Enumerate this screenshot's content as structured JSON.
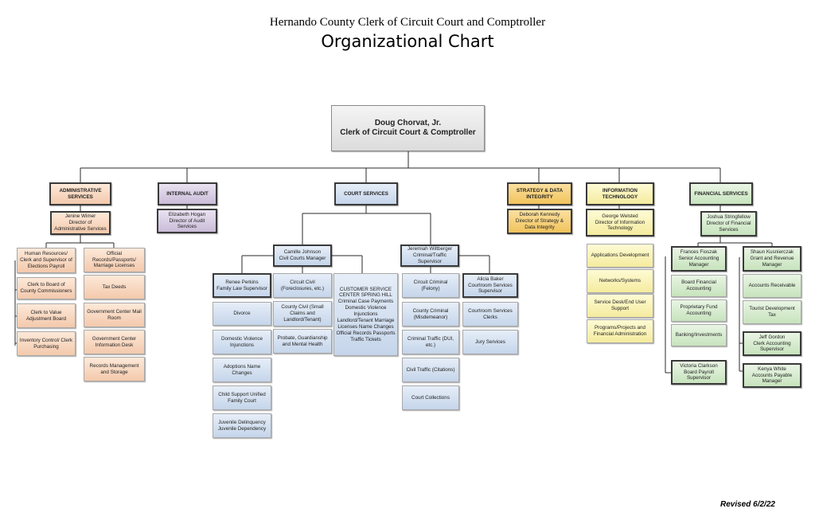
{
  "header": {
    "line1": "Hernando County Clerk of Circuit Court and Comptroller",
    "line2": "Organizational Chart"
  },
  "top": {
    "name": "Doug Chorvat, Jr.",
    "title": "Clerk of Circuit Court & Comptroller"
  },
  "departments": {
    "admin": "ADMINISTRATIVE SERVICES",
    "audit": "INTERNAL AUDIT",
    "court": "COURT SERVICES",
    "strategy": "STRATEGY & DATA INTEGRITY",
    "it": "INFORMATION TECHNOLOGY",
    "finance": "FINANCIAL SERVICES"
  },
  "directors": {
    "admin": {
      "name": "Jenine Wimer",
      "title": "Director of Administrative Services"
    },
    "audit": {
      "name": "Elizabeth Hogan",
      "title": "Director of Audit Services"
    },
    "strategy": {
      "name": "Deborah Kennedy",
      "title": "Director of Strategy & Data Integrity"
    },
    "it": {
      "name": "George Welsted",
      "title": "Director of Information Technology"
    },
    "finance": {
      "name": "Joshua Stringfellow",
      "title": "Director of Financial Services"
    }
  },
  "admin_items": {
    "hr": "Human Resources/ Clerk and Supervisor of Elections Payroll",
    "board": "Clerk to Board of County Commissioners",
    "vab": "Clerk to Value Adjustment Board",
    "inventory": "Inventory Control/ Clerk Purchasing",
    "records": "Official Records/Passports/ Marriage Licenses",
    "taxdeeds": "Tax Deeds",
    "mailroom": "Government Center Mail Room",
    "infodesk": "Government Center Information Desk",
    "recmgmt": "Records Management and Storage"
  },
  "court": {
    "civil_mgr": {
      "name": "Camille Johnson",
      "title": "Civil Courts Manager"
    },
    "criminal_sup": {
      "name": "Jeremiah Wiltberger",
      "title": "Criminal/Traffic Supervisor"
    },
    "family_sup": {
      "name": "Renee Perkins",
      "title": "Family Law Supervisor"
    },
    "family_items": {
      "divorce": "Divorce",
      "dv": "Domestic Violence Injunctions",
      "adoptions": "Adoptions Name Changes",
      "support": "Child Support Unified Family Court",
      "juvenile": "Juvenile Delinquency Juvenile Dependency"
    },
    "civil_items": {
      "circuit": "Circuit Civil (Foreclosures, etc.)",
      "county": "County Civil (Small Claims and Landlord/Tenant)",
      "probate": "Probate, Guardianship and Mental Health"
    },
    "springhill": {
      "head": "CUSTOMER SERVICE CENTER SPRING HILL",
      "items": "Criminal Case Payments Domestic Violence Injunctions Landlord/Tenant Marriage Licenses Name Changes Official Records Passports Traffic Tickets"
    },
    "criminal_items": {
      "felony": "Circuit Criminal (Felony)",
      "misd": "County Criminal (Misdemeanor)",
      "dui": "Criminal Traffic (DUI, etc.)",
      "civtraffic": "Civil Traffic (Citations)",
      "collections": "Court Collections"
    },
    "services_sup": {
      "name": "Alicia Baker",
      "title": "Courtroom Services Supervisor"
    },
    "services_items": {
      "clerks": "Courtroom Services Clerks",
      "jury": "Jury Services"
    }
  },
  "it_items": {
    "apps": "Applications Development",
    "networks": "Networks/Systems",
    "helpdesk": "Service Desk/End User Support",
    "programs": "Programs/Projects and Financial Administration"
  },
  "finance_items": {
    "fioszak": {
      "name": "Frances Fioszak",
      "title": "Senior Accounting Manager"
    },
    "board": "Board Financial Accounting",
    "proprietary": "Proprietary Fund Accounting",
    "banking": "Banking/Investments",
    "clarkson": {
      "name": "Victoria Clarkson",
      "title": "Board Payroll Supervisor"
    },
    "kusnierczak": {
      "name": "Shaun Kusnierczak",
      "title": "Grant and Revenue Manager"
    },
    "ar": "Accounts Receivable",
    "tdt": "Tourist Development Tax",
    "gordon": {
      "name": "Jeff Gordon",
      "title": "Clerk Accounting Supervisor"
    },
    "white": {
      "name": "Kenya White",
      "title": "Accounts Payable Manager"
    }
  },
  "footer": {
    "revised": "Revised 6/2/22"
  }
}
